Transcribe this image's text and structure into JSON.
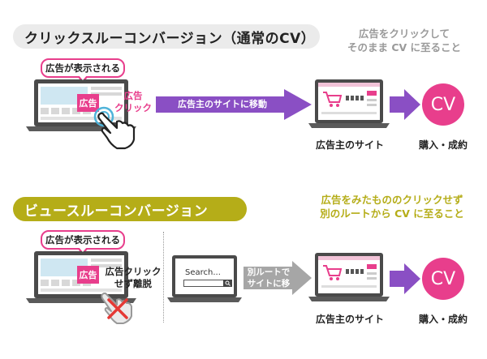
{
  "section1": {
    "title": "クリックスルーコンバージョン（通常のCV）",
    "note_lines": [
      "広告をクリックして",
      "そのまま CV に至ること"
    ],
    "bubble": "広告が表示される",
    "ad_badge": "広告",
    "click_label_lines": [
      "広告",
      "クリック"
    ],
    "arrow_label": "広告主のサイトに移動",
    "site_label": "広告主のサイト",
    "cv_label": "CV",
    "purchase_label": "購入・成約"
  },
  "section2": {
    "title": "ビュースルーコンバージョン",
    "note_lines": [
      "広告をみたもののクリックせず",
      "別のルートから CV に至ること"
    ],
    "bubble": "広告が表示される",
    "ad_badge": "広告",
    "noclick_label_lines": [
      "広告クリック",
      "せず離脱"
    ],
    "search_placeholder": "Search...",
    "arrow_label_lines": [
      "別ルートで",
      "サイトに移動"
    ],
    "site_label": "広告主のサイト",
    "cv_label": "CV",
    "purchase_label": "購入・成約"
  },
  "colors": {
    "pink": "#e83e8c",
    "purple": "#8a4fc4",
    "olive": "#b5ad18",
    "gray_pill": "#ebebeb",
    "gray_arrow": "#a6a6a6"
  }
}
